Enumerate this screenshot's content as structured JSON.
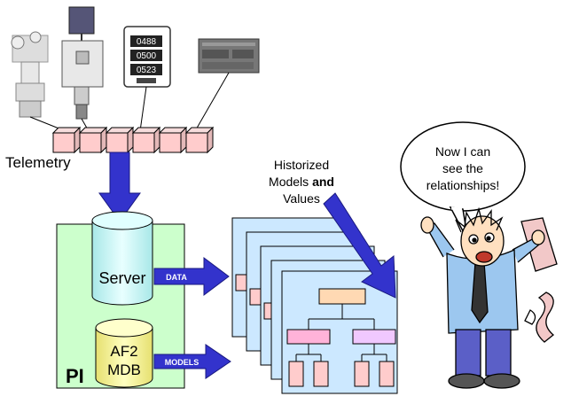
{
  "telemetry": {
    "label": "Telemetry"
  },
  "annotation": {
    "line1": "Historized",
    "line2_plain": "Models ",
    "line2_bold": "and",
    "line3": "Values"
  },
  "pi": {
    "label": "PI",
    "server_label": "Server",
    "af2_line1": "AF2",
    "af2_line2": "MDB"
  },
  "arrows": {
    "data_label": "DATA",
    "models_label": "MODELS"
  },
  "speech": {
    "line1": "Now I can",
    "line2": "see the",
    "line3": "relationships!"
  },
  "meter_display": {
    "row1": "0488",
    "row2": "0500",
    "row3": "0523"
  },
  "colors": {
    "pi_panel": "#ccffcc",
    "server_cylinder": "#ccffff",
    "af2_cylinder": "#ffff99",
    "arrow": "#3333cc",
    "telemetry_block": "#ffcccc",
    "model_sheet": "#cce8ff",
    "model_top_box": "#ffd9b3",
    "model_mid_box_left": "#ffb3d9",
    "model_mid_box_right": "#f0c8ff",
    "model_leaf_box": "#ffcccc"
  }
}
